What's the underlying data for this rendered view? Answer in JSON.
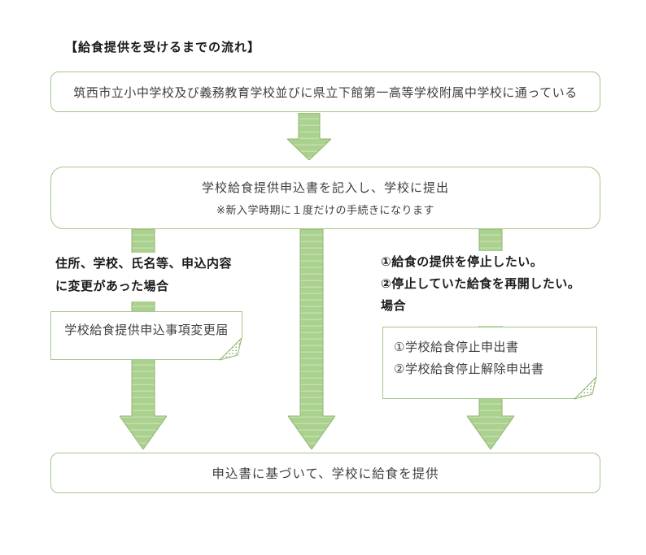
{
  "title": "【給食提供を受けるまでの流れ】",
  "flow": {
    "box1": "筑西市立小中学校及び義務教育学校並びに県立下館第一高等学校附属中学校に通っている",
    "box2_line1": "学校給食提供申込書を記入し、学校に提出",
    "box2_line2": "※新入学時期に１度だけの手続きになります",
    "left_label_line1": "住所、学校、氏名等、申込内容",
    "left_label_line2": "に変更があった場合",
    "left_doc": "学校給食提供申込事項変更届",
    "right_label_line1": "①給食の提供を停止したい。",
    "right_label_line2": "②停止していた給食を再開したい。",
    "right_label_line3": "場合",
    "right_doc_line1": "①学校給食停止申出書",
    "right_doc_line2": "②学校給食停止解除申出書",
    "box3": "申込書に基づいて、学校に給食を提供"
  },
  "colors": {
    "box_border": "#a6c68b",
    "arrow_fill": "#abd18f",
    "arrow_stripe": "#c3dfae",
    "arrow_stroke": "#8fb56e",
    "fold_dot": "#7ba55a",
    "text": "#3f3f3f",
    "label_text": "#1a1a1a"
  }
}
